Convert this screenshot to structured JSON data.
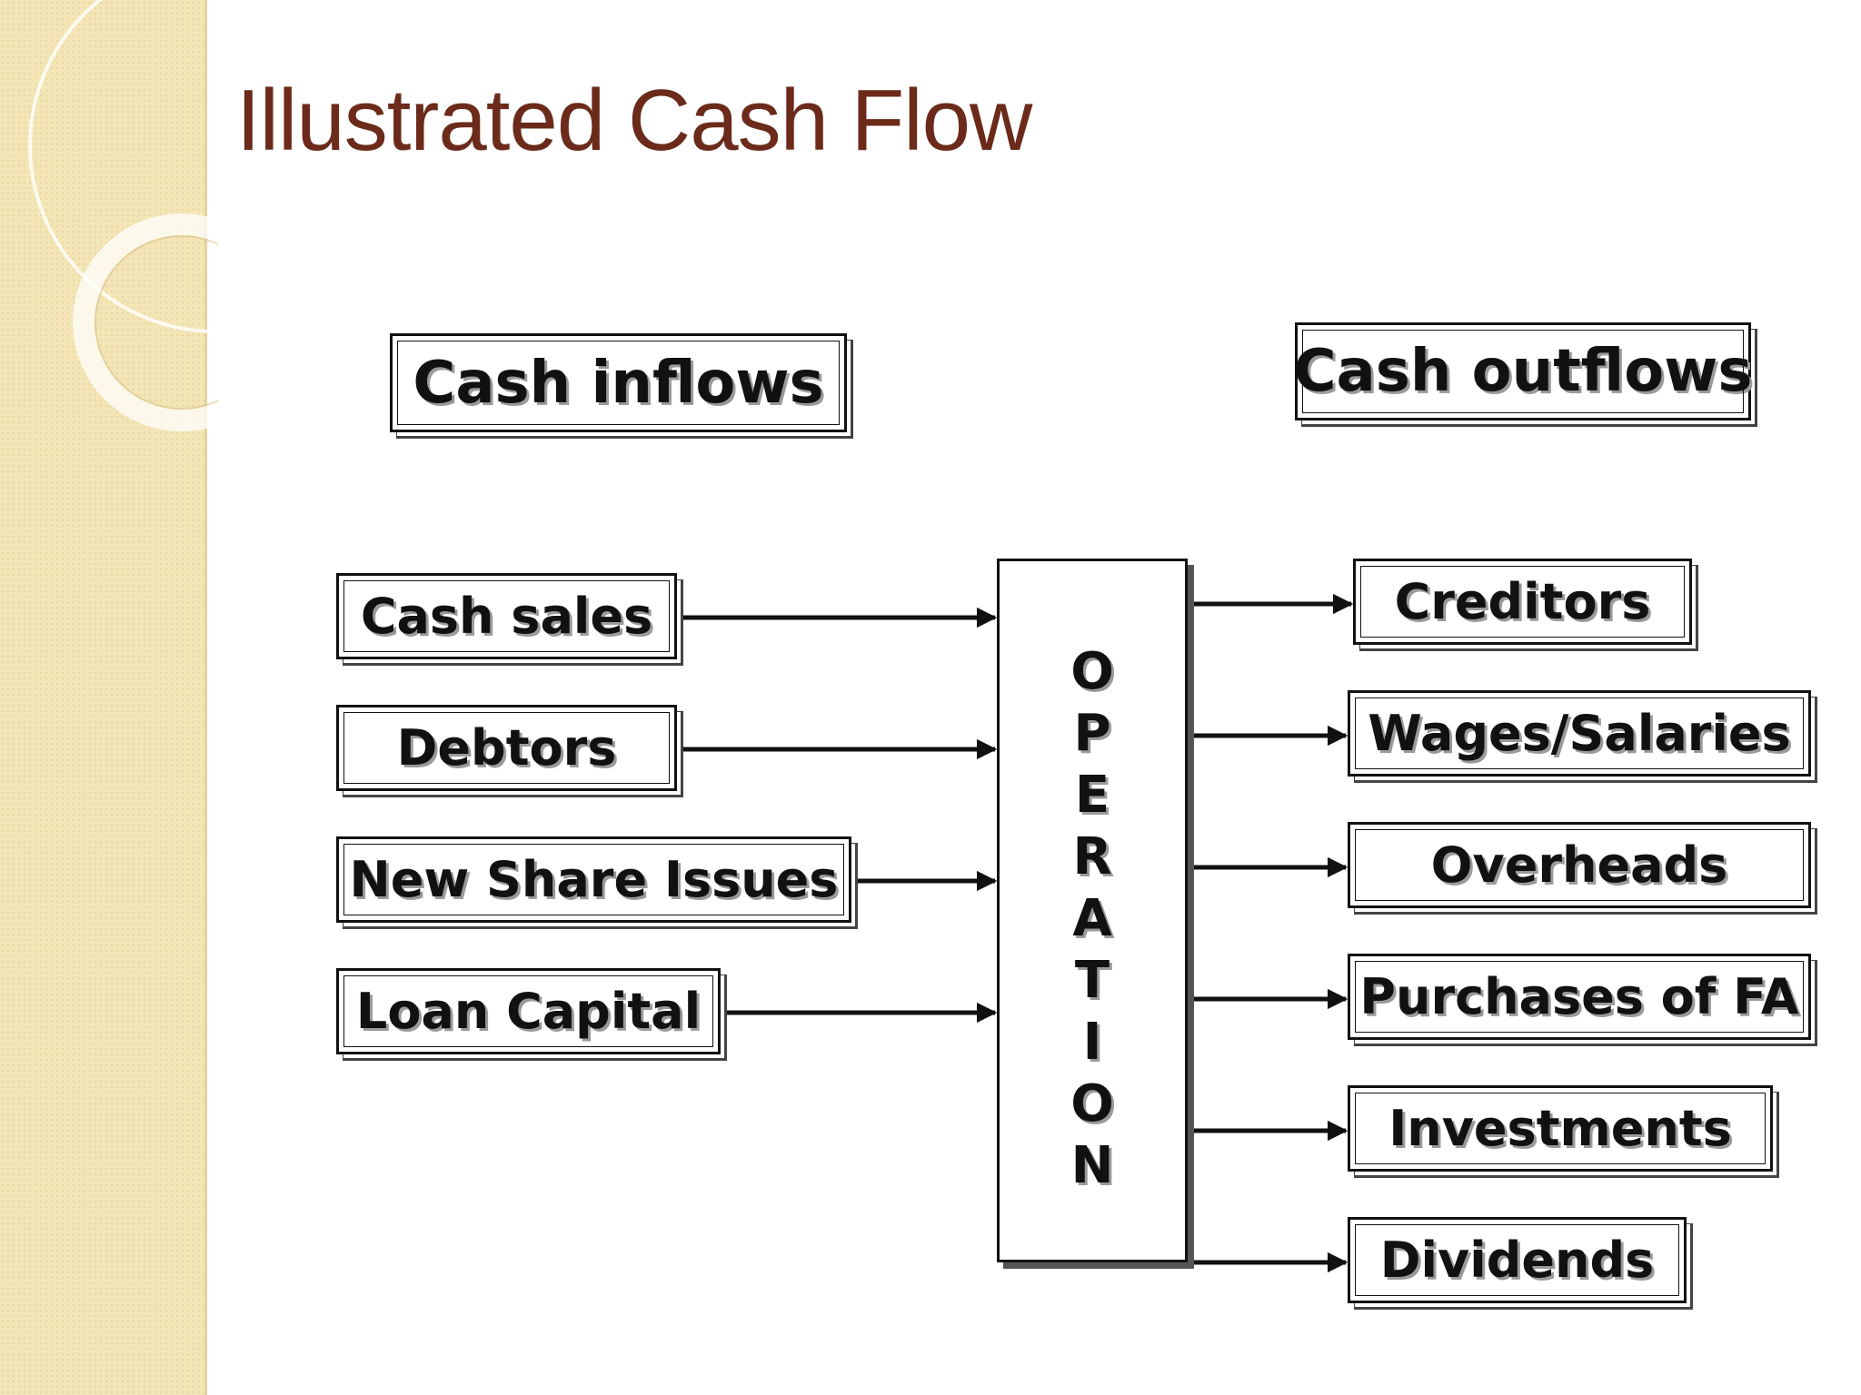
{
  "title": "Illustrated Cash Flow",
  "headers": {
    "inflows": "Cash inflows",
    "outflows": "Cash outflows"
  },
  "inflows": [
    "Cash sales",
    "Debtors",
    "New Share Issues",
    "Loan Capital"
  ],
  "operation": {
    "label": "OPERATION",
    "letters": [
      "O",
      "P",
      "E",
      "R",
      "A",
      "T",
      "I",
      "O",
      "N"
    ]
  },
  "outflows": [
    "Creditors",
    "Wages/Salaries",
    "Overheads",
    "Purchases of FA",
    "Investments",
    "Dividends"
  ]
}
